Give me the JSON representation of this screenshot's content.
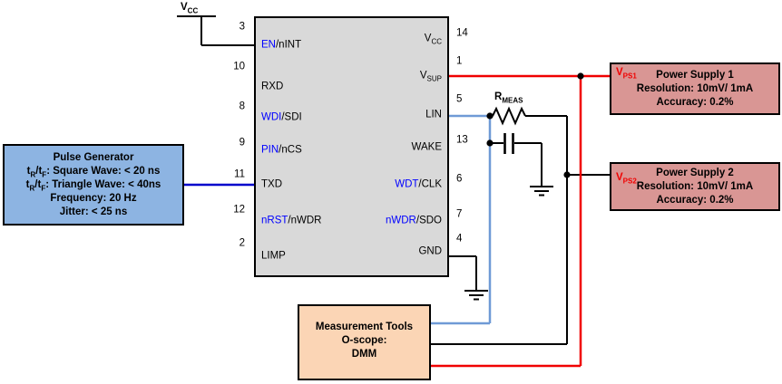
{
  "colors": {
    "chip_fill": "#d9d9d9",
    "pulse_fill": "#8db4e2",
    "supply_fill": "#d99694",
    "measure_fill": "#fbd5b5",
    "wire_red": "#f00000",
    "wire_dark_blue": "#0000cc",
    "wire_light_blue": "#6f9ad6",
    "pin_blue": "#0000ff",
    "label_red": "#f00000"
  },
  "vcc_rail": {
    "main": "V",
    "sub": "CC"
  },
  "rmeas": {
    "main": "R",
    "sub": "MEAS"
  },
  "chip": {
    "left_pins": [
      {
        "num": "3",
        "blue": "EN",
        "rest": "/nINT"
      },
      {
        "num": "10",
        "blue": "",
        "rest": "RXD"
      },
      {
        "num": "8",
        "blue": "WDI",
        "rest": "/SDI"
      },
      {
        "num": "9",
        "blue": "PIN",
        "rest": "/nCS"
      },
      {
        "num": "11",
        "blue": "",
        "rest": "TXD"
      },
      {
        "num": "12",
        "blue": "nRST",
        "rest": "/nWDR"
      },
      {
        "num": "2",
        "blue": "",
        "rest": "LIMP"
      }
    ],
    "right_pins": [
      {
        "num": "14",
        "blue": "",
        "main": "V",
        "sub": "CC",
        "rest": ""
      },
      {
        "num": "1",
        "blue": "",
        "main": "V",
        "sub": "SUP",
        "rest": ""
      },
      {
        "num": "5",
        "blue": "",
        "main": "LIN",
        "sub": "",
        "rest": ""
      },
      {
        "num": "13",
        "blue": "",
        "main": "WAKE",
        "sub": "",
        "rest": ""
      },
      {
        "num": "6",
        "blue": "WDT",
        "main": "",
        "sub": "",
        "rest": "/CLK"
      },
      {
        "num": "7",
        "blue": "nWDR",
        "main": "",
        "sub": "",
        "rest": "/SDO"
      },
      {
        "num": "4",
        "blue": "",
        "main": "GND",
        "sub": "",
        "rest": ""
      }
    ]
  },
  "pulse_generator": {
    "title": "Pulse Generator",
    "line1": {
      "t1": "t",
      "s1": "R",
      "t2": "/t",
      "s2": "F",
      "rest": ": Square Wave: < 20 ns"
    },
    "line2": {
      "t1": "t",
      "s1": "R",
      "t2": "/t",
      "s2": "F",
      "rest": ": Triangle Wave: < 40ns"
    },
    "line3": "Frequency: 20 Hz",
    "line4": "Jitter: < 25 ns"
  },
  "power_supply_1": {
    "v": "V",
    "v_sub": "PS1",
    "title": "Power Supply 1",
    "resolution": "Resolution: 10mV/ 1mA",
    "accuracy": "Accuracy: 0.2%"
  },
  "power_supply_2": {
    "v": "V",
    "v_sub": "PS2",
    "title": "Power Supply 2",
    "resolution": "Resolution: 10mV/ 1mA",
    "accuracy": "Accuracy: 0.2%"
  },
  "measurement_tools": {
    "line1": "Measurement Tools",
    "line2": "O-scope:",
    "line3": "DMM"
  }
}
